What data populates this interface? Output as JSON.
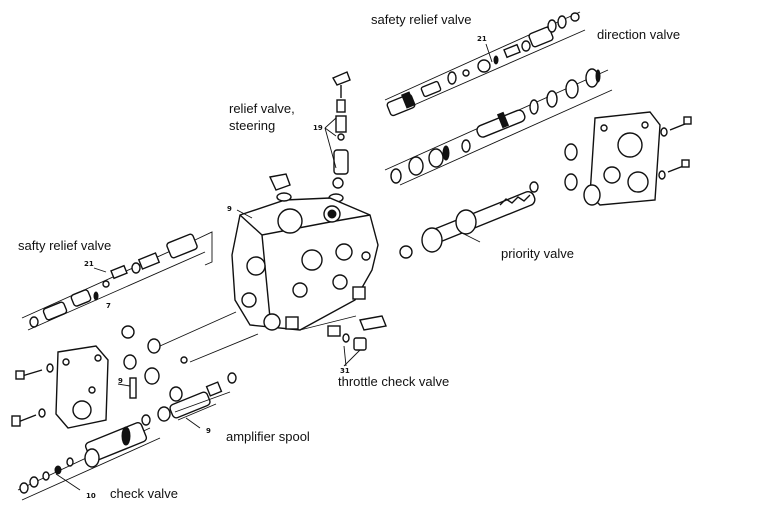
{
  "labels": {
    "safety_relief_valve": "safety relief valve",
    "direction_valve": "direction valve",
    "relief_valve_steering_1": "relief valve,",
    "relief_valve_steering_2": "steering",
    "safty_relief_valve": "safty relief valve",
    "priority_valve": "priority valve",
    "throttle_check_valve": "throttle check valve",
    "amplifier_spool": "amplifier spool",
    "check_valve": "check valve"
  },
  "part_numbers": {
    "n21_top": "21",
    "n19": "19",
    "n9_body": "9",
    "n21_left": "21",
    "n7": "7",
    "n31": "31",
    "n9_pin": "9",
    "n9_spool": "9",
    "n10": "10"
  },
  "colors": {
    "ink": "#111111",
    "paper": "#ffffff"
  }
}
